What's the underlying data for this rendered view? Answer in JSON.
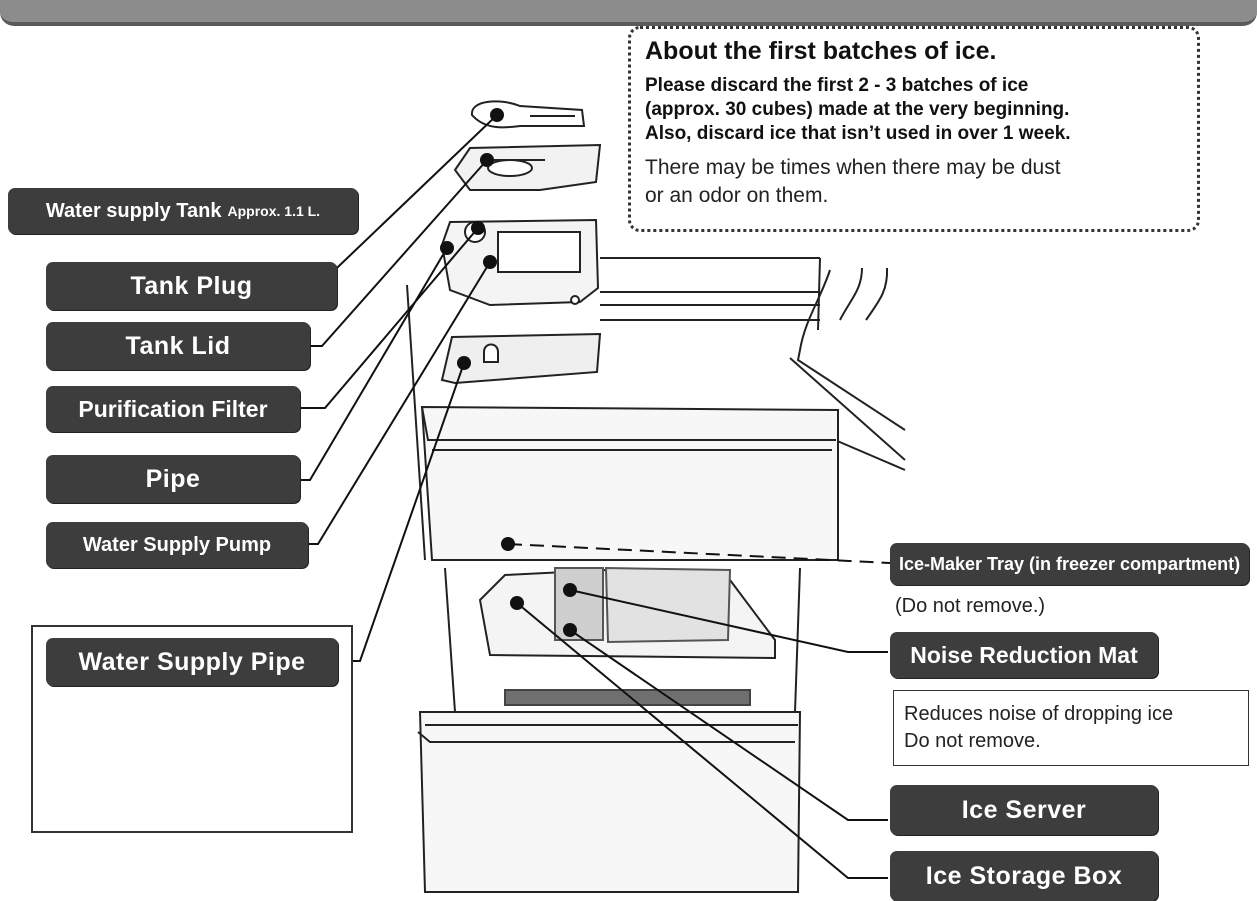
{
  "note": {
    "title": "About the first batches of ice.",
    "bold_lines": [
      "Please discard the first 2 - 3 batches of ice",
      "(approx. 30 cubes) made at the very beginning.",
      "Also, discard ice that isn’t used in over 1 week."
    ],
    "body_lines": [
      "There may be times when there may be dust",
      "or an odor on them."
    ]
  },
  "labels": {
    "water_supply_tank": "Water supply Tank",
    "water_supply_tank_sub": "Approx. 1.1 L.",
    "tank_plug": "Tank Plug",
    "tank_lid": "Tank Lid",
    "purification_filter": "Purification Filter",
    "pipe": "Pipe",
    "water_supply_pump": "Water Supply Pump",
    "water_supply_pipe": "Water Supply Pipe",
    "ice_maker_tray": "Ice-Maker Tray (in freezer compartment)",
    "ice_maker_tray_note": "(Do not remove.)",
    "noise_reduction_mat": "Noise Reduction Mat",
    "noise_note_1": "Reduces noise of dropping ice",
    "noise_note_2": "Do not remove.",
    "ice_server": "Ice Server",
    "ice_storage_box": "Ice Storage Box"
  },
  "colors": {
    "label_bg": "#3d3d3d",
    "label_text": "#ffffff",
    "line": "#111111"
  }
}
